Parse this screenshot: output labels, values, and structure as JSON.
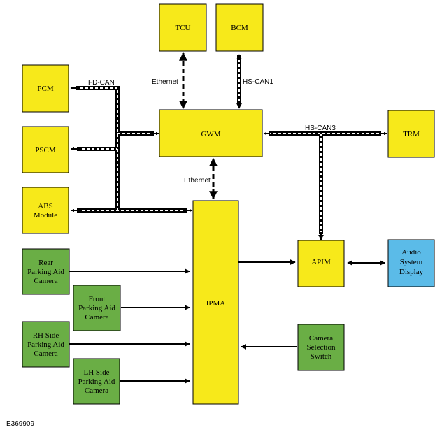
{
  "colors": {
    "module_yellow": "#f7e91a",
    "camera_green": "#6aae45",
    "display_blue": "#5bbbe8"
  },
  "modules": {
    "tcu": "TCU",
    "bcm": "BCM",
    "pcm": "PCM",
    "pscm": "PSCM",
    "abs": [
      "ABS",
      "Module"
    ],
    "gwm": "GWM",
    "trm": "TRM",
    "ipma": "IPMA",
    "apim": "APIM",
    "audio_display": [
      "Audio",
      "System",
      "Display"
    ],
    "rear_camera": [
      "Rear",
      "Parking Aid",
      "Camera"
    ],
    "front_camera": [
      "Front",
      "Parking Aid",
      "Camera"
    ],
    "rh_camera": [
      "RH Side",
      "Parking Aid",
      "Camera"
    ],
    "lh_camera": [
      "LH Side",
      "Parking Aid",
      "Camera"
    ],
    "camera_switch": [
      "Camera",
      "Selection",
      "Switch"
    ]
  },
  "buses": {
    "fd_can": "FD-CAN",
    "hs_can1": "HS-CAN1",
    "hs_can3": "HS-CAN3",
    "ethernet_tcu": "Ethernet",
    "ethernet_ipma": "Ethernet"
  },
  "reference": "E369909"
}
